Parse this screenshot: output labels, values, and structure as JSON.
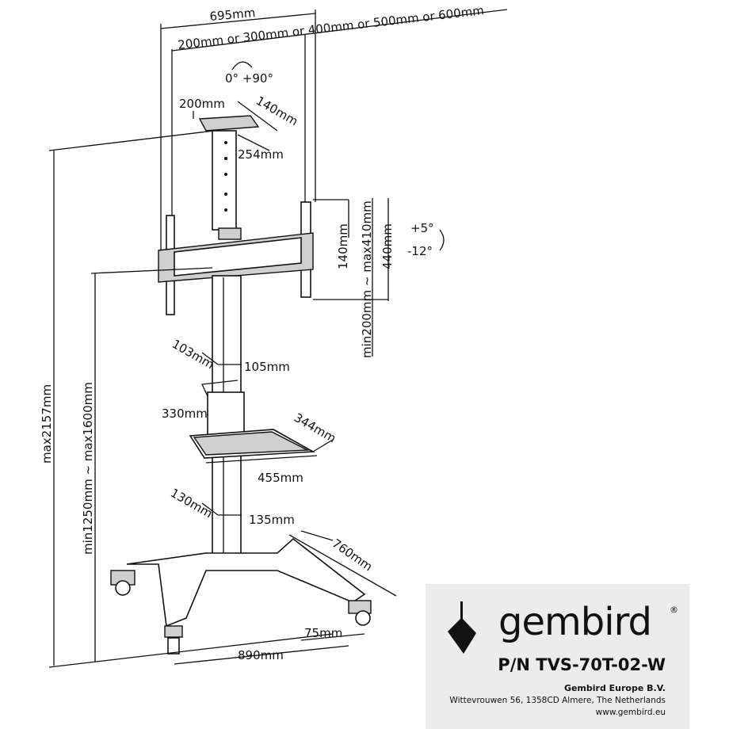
{
  "dimensions": {
    "overall_width": "695mm",
    "vesa_width": "200mm or 300mm or 400mm or 500mm or 600mm",
    "rotation": "0°  +90°",
    "camera_shelf_width": "200mm",
    "camera_shelf_depth": "140mm",
    "camera_shelf_length": "254mm",
    "vesa_height_min": "140mm",
    "vesa_height_range": "min200mm ~ max410mm",
    "bracket_height": "440mm",
    "tilt_up": "+5°",
    "tilt_down": "-12°",
    "upper_pole_depth": "103mm",
    "upper_pole_width": "105mm",
    "shelf_depth": "330mm",
    "shelf_side": "344mm",
    "shelf_width": "455mm",
    "lower_pole_depth": "130mm",
    "lower_pole_width": "135mm",
    "base_depth": "760mm",
    "caster_size": "75mm",
    "base_width": "890mm",
    "max_height": "max2157mm",
    "height_range": "min1250mm ~ max1600mm"
  },
  "brand": {
    "name": "gembird",
    "registered": "®",
    "part_number": "P/N TVS-70T-02-W",
    "company": "Gembird Europe B.V.",
    "address": "Wittevrouwen 56, 1358CD Almere, The Netherlands",
    "website": "www.gembird.eu"
  }
}
